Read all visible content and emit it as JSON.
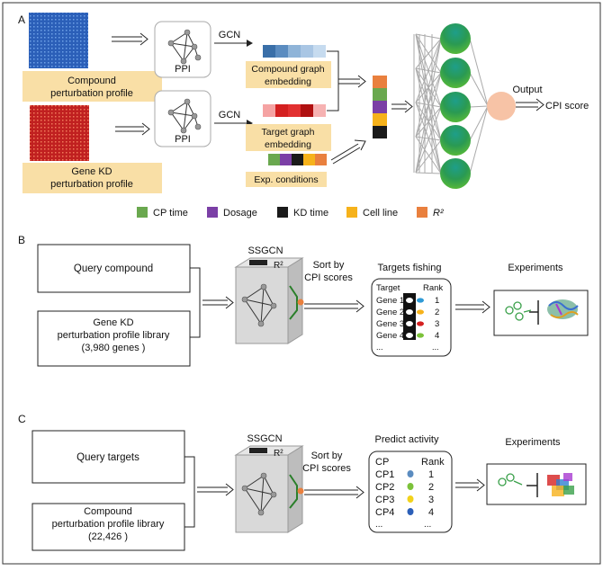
{
  "panel_a": {
    "letter": "A",
    "compound_label_1": "Compound",
    "compound_label_2": "perturbation profile",
    "genekd_label_1": "Gene KD",
    "genekd_label_2": "perturbation profile",
    "ppi_top": "PPI",
    "ppi_bottom": "PPI",
    "gcn_top": "GCN",
    "gcn_bottom": "GCN",
    "compound_embedding_1": "Compound graph",
    "compound_embedding_2": "embedding",
    "target_embedding_1": "Target graph",
    "target_embedding_2": "embedding",
    "exp_conditions": "Exp. conditions",
    "output": "Output",
    "cpi_score": "CPI score",
    "legend": [
      {
        "label": "CP time",
        "color": "#6aa84f"
      },
      {
        "label": "Dosage",
        "color": "#7b3fa6"
      },
      {
        "label": "KD time",
        "color": "#1a1a1a"
      },
      {
        "label": "Cell line",
        "color": "#f6b21b"
      },
      {
        "label": "R²",
        "color": "#e9803e"
      }
    ]
  },
  "panel_b": {
    "letter": "B",
    "query": "Query compound",
    "library_1": "Gene KD",
    "library_2": "perturbation profile library",
    "library_3": "(3,980 genes )",
    "model": "SSGCN",
    "r2": "R²",
    "sort_1": "Sort by",
    "sort_2": "CPI scores",
    "result_title": "Targets fishing",
    "col_left": "Target",
    "col_right": "Rank",
    "rows": [
      "Gene 1",
      "Gene 2",
      "Gene 3",
      "Gene 4"
    ],
    "ranks": [
      "1",
      "2",
      "3",
      "4"
    ],
    "ellipsis": "...",
    "experiments": "Experiments"
  },
  "panel_c": {
    "letter": "C",
    "query": "Query targets",
    "library_1": "Compound",
    "library_2": "perturbation profile library",
    "library_3": "(22,426 )",
    "model": "SSGCN",
    "r2": "R²",
    "sort_1": "Sort by",
    "sort_2": "CPI scores",
    "result_title": "Predict activity",
    "col_left": "CP",
    "col_right": "Rank",
    "rows": [
      "CP1",
      "CP2",
      "CP3",
      "CP4"
    ],
    "ranks": [
      "1",
      "2",
      "3",
      "4"
    ],
    "ellipsis": "...",
    "experiments": "Experiments"
  },
  "colors": {
    "label_box": "#f9dfa6",
    "gene_purple": "#8a3fb0",
    "target_blue": "#2f7fd1",
    "node_green": "#3aa04a",
    "output_node": "#f7c3a6"
  }
}
